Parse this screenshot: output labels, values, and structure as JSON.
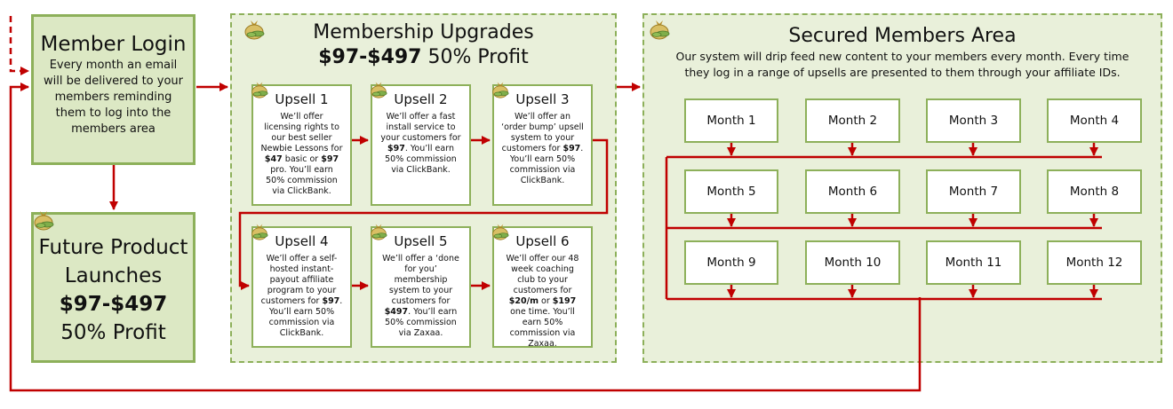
{
  "login": {
    "title": "Member Login",
    "body": "Every month an email will be delivered to your members reminding them to log into the members area"
  },
  "future": {
    "line1": "Future Product",
    "line2": "Launches",
    "line3": "$97-$497",
    "line4": "50% Profit"
  },
  "upgrades": {
    "title": "Membership Upgrades",
    "price": "$97-$497",
    "profit": " 50% Profit"
  },
  "upsells": [
    {
      "title": "Upsell 1",
      "body": [
        {
          "t": "We’ll offer licensing rights to our best seller Newbie Lessons for ",
          "b": false
        },
        {
          "t": "$47",
          "b": true
        },
        {
          "t": " basic or ",
          "b": false
        },
        {
          "t": "$97",
          "b": true
        },
        {
          "t": " pro. You’ll earn 50% commission via ClickBank.",
          "b": false
        }
      ]
    },
    {
      "title": "Upsell 2",
      "body": [
        {
          "t": "We’ll offer a fast install service to your customers for ",
          "b": false
        },
        {
          "t": "$97",
          "b": true
        },
        {
          "t": ". You’ll earn 50% commission via ClickBank.",
          "b": false
        }
      ]
    },
    {
      "title": "Upsell 3",
      "body": [
        {
          "t": "We’ll offer an ‘order bump’ upsell system to your customers for ",
          "b": false
        },
        {
          "t": "$97",
          "b": true
        },
        {
          "t": ". You’ll earn 50% commission via ClickBank.",
          "b": false
        }
      ]
    },
    {
      "title": "Upsell 4",
      "body": [
        {
          "t": "We’ll offer a self-hosted instant-payout affiliate program to your customers for ",
          "b": false
        },
        {
          "t": "$97",
          "b": true
        },
        {
          "t": ". You’ll earn 50% commission via ClickBank.",
          "b": false
        }
      ]
    },
    {
      "title": "Upsell 5",
      "body": [
        {
          "t": "We’ll offer a ‘done for you’ membership system to your customers for ",
          "b": false
        },
        {
          "t": "$497",
          "b": true
        },
        {
          "t": ". You’ll earn 50% commission via Zaxaa.",
          "b": false
        }
      ]
    },
    {
      "title": "Upsell 6",
      "body": [
        {
          "t": "We’ll offer our 48 week coaching club to your customers for ",
          "b": false
        },
        {
          "t": "$20/m",
          "b": true
        },
        {
          "t": " or ",
          "b": false
        },
        {
          "t": "$197",
          "b": true
        },
        {
          "t": " one time. You’ll earn 50% commission via Zaxaa.",
          "b": false
        }
      ]
    }
  ],
  "secured": {
    "title": "Secured Members Area",
    "body": "Our system will drip feed new content to your members every month.  Every time they log in a range of upsells are presented to them through your affiliate IDs."
  },
  "months": [
    "Month 1",
    "Month 2",
    "Month 3",
    "Month 4",
    "Month 5",
    "Month 6",
    "Month 7",
    "Month 8",
    "Month 9",
    "Month 10",
    "Month 11",
    "Month 12"
  ],
  "colors": {
    "arrow": "#c00000",
    "box_fill": "#dce8c4",
    "box_border": "#8db05a"
  },
  "icon": "money-bag-icon"
}
